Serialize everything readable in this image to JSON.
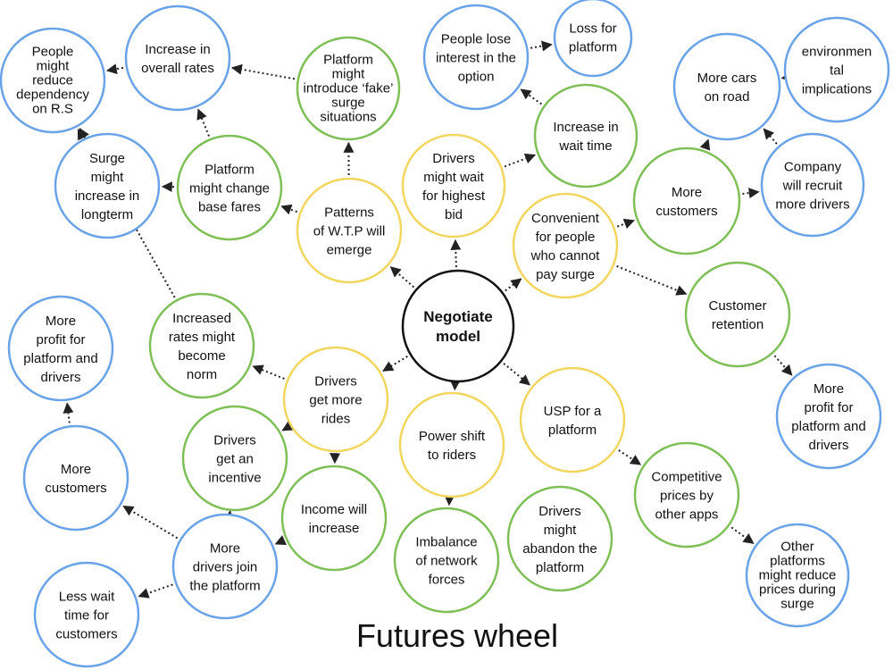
{
  "title": "Futures wheel",
  "colors": {
    "center": "#111111",
    "first_order": "#f1d660",
    "second_order": "#7fbf57",
    "third_order": "#6aa3e8",
    "edge": "#222222",
    "text": "#111111"
  },
  "nodes": [
    {
      "id": "negotiate",
      "order": "center",
      "lines": [
        "Negotiate",
        "model"
      ]
    },
    {
      "id": "wtp",
      "order": "first",
      "lines": [
        "Patterns",
        "of W.T.P will",
        "emerge"
      ]
    },
    {
      "id": "wait-bid",
      "order": "first",
      "lines": [
        "Drivers",
        "might wait",
        "for highest",
        "bid"
      ]
    },
    {
      "id": "convenient",
      "order": "first",
      "lines": [
        "Convenient",
        "for people",
        "who cannot",
        "pay surge"
      ]
    },
    {
      "id": "more-rides",
      "order": "first",
      "lines": [
        "Drivers",
        "get more",
        "rides"
      ]
    },
    {
      "id": "power-shift",
      "order": "first",
      "lines": [
        "Power shift",
        "to riders"
      ]
    },
    {
      "id": "usp",
      "order": "first",
      "lines": [
        "USP for a",
        "platform"
      ]
    },
    {
      "id": "fake-surge",
      "order": "second",
      "lines": [
        "Platform",
        "might",
        "introduce ‘fake’",
        "surge",
        "situations"
      ]
    },
    {
      "id": "base-fares",
      "order": "second",
      "lines": [
        "Platform",
        "might change",
        "base fares"
      ]
    },
    {
      "id": "wait-time",
      "order": "second",
      "lines": [
        "Increase in",
        "wait time"
      ]
    },
    {
      "id": "more-customers-r",
      "order": "second",
      "lines": [
        "More",
        "customers"
      ]
    },
    {
      "id": "retention",
      "order": "second",
      "lines": [
        "Customer",
        "retention"
      ]
    },
    {
      "id": "rates-norm",
      "order": "second",
      "lines": [
        "Increased",
        "rates might",
        "become",
        "norm"
      ]
    },
    {
      "id": "incentive",
      "order": "second",
      "lines": [
        "Drivers",
        "get an",
        "incentive"
      ]
    },
    {
      "id": "income",
      "order": "second",
      "lines": [
        "Income will",
        "increase"
      ]
    },
    {
      "id": "imbalance",
      "order": "second",
      "lines": [
        "Imbalance",
        "of network",
        "forces"
      ]
    },
    {
      "id": "abandon",
      "order": "second",
      "lines": [
        "Drivers",
        "might",
        "abandon the",
        "platform"
      ]
    },
    {
      "id": "competitive",
      "order": "second",
      "lines": [
        "Competitive",
        "prices by",
        "other apps"
      ]
    },
    {
      "id": "reduce-dependency",
      "order": "third",
      "lines": [
        "People",
        "might",
        "reduce",
        "dependency",
        "on R.S"
      ]
    },
    {
      "id": "overall-rates",
      "order": "third",
      "lines": [
        "Increase in",
        "overall rates"
      ]
    },
    {
      "id": "surge-longterm",
      "order": "third",
      "lines": [
        "Surge",
        "might",
        "increase in",
        "longterm"
      ]
    },
    {
      "id": "lose-interest",
      "order": "third",
      "lines": [
        "People lose",
        "interest in the",
        "option"
      ]
    },
    {
      "id": "loss-platform",
      "order": "third",
      "lines": [
        "Loss for",
        "platform"
      ]
    },
    {
      "id": "more-cars",
      "order": "third",
      "lines": [
        "More cars",
        "on road"
      ]
    },
    {
      "id": "environmental",
      "order": "third",
      "lines": [
        "environmen",
        "tal",
        "implications"
      ]
    },
    {
      "id": "recruit",
      "order": "third",
      "lines": [
        "Company",
        "will recruit",
        "more drivers"
      ]
    },
    {
      "id": "profit-right",
      "order": "third",
      "lines": [
        "More",
        "profit for",
        "platform and",
        "drivers"
      ]
    },
    {
      "id": "profit-left",
      "order": "third",
      "lines": [
        "More",
        "profit for",
        "platform and",
        "drivers"
      ]
    },
    {
      "id": "more-customers-l",
      "order": "third",
      "lines": [
        "More",
        "customers"
      ]
    },
    {
      "id": "drivers-join",
      "order": "third",
      "lines": [
        "More",
        "drivers join",
        "the platform"
      ]
    },
    {
      "id": "less-wait",
      "order": "third",
      "lines": [
        "Less wait",
        "time for",
        "customers"
      ]
    },
    {
      "id": "other-reduce",
      "order": "third",
      "lines": [
        "Other",
        "platforms",
        "might reduce",
        "prices during",
        "surge"
      ]
    }
  ],
  "edges": [
    [
      "negotiate",
      "wtp"
    ],
    [
      "negotiate",
      "wait-bid"
    ],
    [
      "negotiate",
      "convenient"
    ],
    [
      "negotiate",
      "more-rides"
    ],
    [
      "negotiate",
      "power-shift"
    ],
    [
      "negotiate",
      "usp"
    ],
    [
      "wtp",
      "fake-surge"
    ],
    [
      "wtp",
      "base-fares"
    ],
    [
      "fake-surge",
      "overall-rates"
    ],
    [
      "overall-rates",
      "reduce-dependency"
    ],
    [
      "base-fares",
      "overall-rates"
    ],
    [
      "base-fares",
      "surge-longterm"
    ],
    [
      "surge-longterm",
      "reduce-dependency"
    ],
    [
      "rates-norm",
      "reduce-dependency"
    ],
    [
      "wait-bid",
      "wait-time"
    ],
    [
      "wait-time",
      "lose-interest"
    ],
    [
      "lose-interest",
      "loss-platform"
    ],
    [
      "convenient",
      "more-customers-r"
    ],
    [
      "convenient",
      "retention"
    ],
    [
      "more-customers-r",
      "more-cars"
    ],
    [
      "more-customers-r",
      "recruit"
    ],
    [
      "more-cars",
      "environmental"
    ],
    [
      "recruit",
      "more-cars"
    ],
    [
      "retention",
      "profit-right"
    ],
    [
      "more-rides",
      "rates-norm"
    ],
    [
      "more-rides",
      "incentive"
    ],
    [
      "more-rides",
      "income"
    ],
    [
      "incentive",
      "drivers-join"
    ],
    [
      "income",
      "drivers-join"
    ],
    [
      "drivers-join",
      "more-customers-l"
    ],
    [
      "drivers-join",
      "less-wait"
    ],
    [
      "more-customers-l",
      "profit-left"
    ],
    [
      "power-shift",
      "imbalance"
    ],
    [
      "usp",
      "competitive"
    ],
    [
      "competitive",
      "other-reduce"
    ]
  ]
}
